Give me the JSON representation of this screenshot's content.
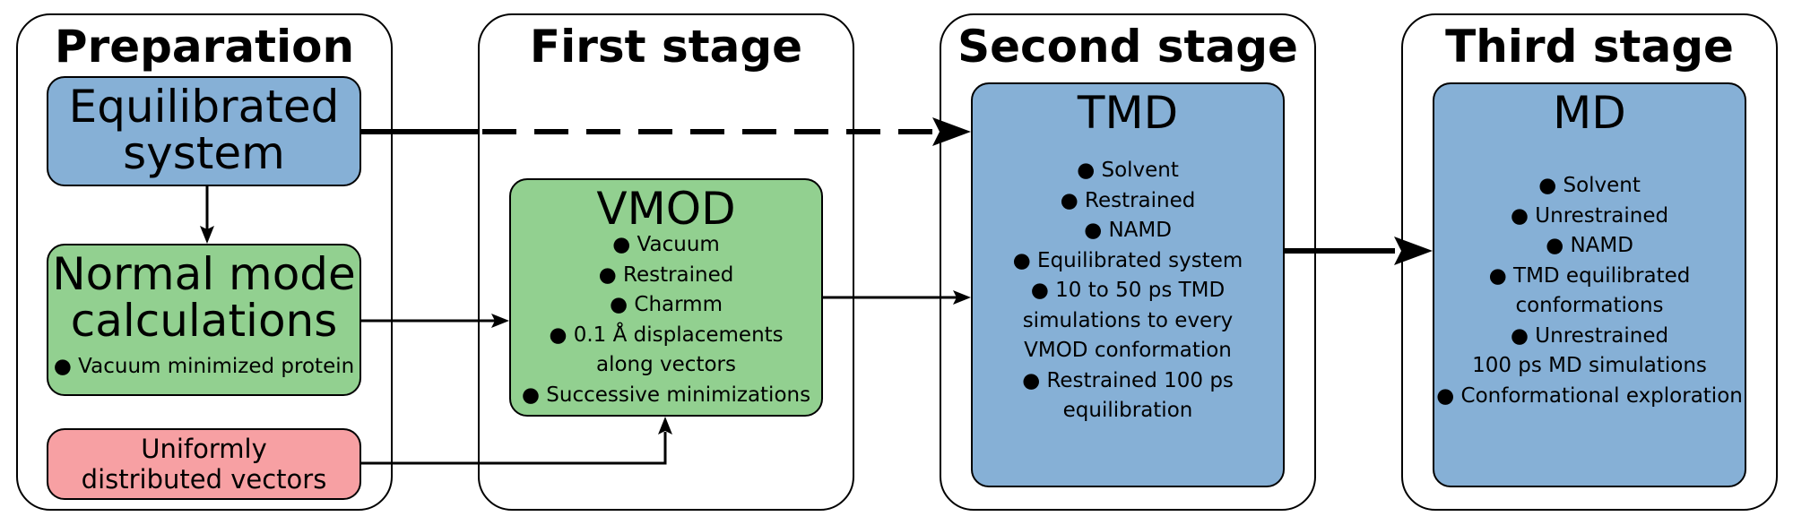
{
  "stages": {
    "preparation": {
      "title": "Preparation"
    },
    "first": {
      "title": "First stage"
    },
    "second": {
      "title": "Second stage"
    },
    "third": {
      "title": "Third stage"
    }
  },
  "boxes": {
    "equilibrated": {
      "line1": "Equilibrated",
      "line2": "system",
      "color": "#86b0d6"
    },
    "normal_mode": {
      "line1": "Normal mode",
      "line2": "calculations",
      "bullet": "● Vacuum minimized protein",
      "color": "#92d090"
    },
    "vectors": {
      "line1": "Uniformly",
      "line2": "distributed vectors",
      "color": "#f7a0a3"
    },
    "vmod": {
      "title": "VMOD",
      "color": "#92d090",
      "bullets": [
        "● Vacuum",
        "● Restrained",
        "● Charmm",
        "● 0.1 Å displacements",
        "along vectors",
        "● Successive minimizations"
      ]
    },
    "tmd": {
      "title": "TMD",
      "color": "#86b0d6",
      "bullets": [
        "● Solvent",
        "● Restrained",
        "● NAMD",
        "● Equilibrated system",
        "● 10 to 50 ps TMD",
        "simulations to every",
        "VMOD conformation",
        "● Restrained 100 ps",
        "equilibration"
      ]
    },
    "md": {
      "title": "MD",
      "color": "#86b0d6",
      "bullets": [
        "● Solvent",
        "● Unrestrained",
        "● NAMD",
        "● TMD equilibrated",
        "conformations",
        "● Unrestrained",
        "100 ps MD simulations",
        "● Conformational exploration"
      ]
    }
  }
}
